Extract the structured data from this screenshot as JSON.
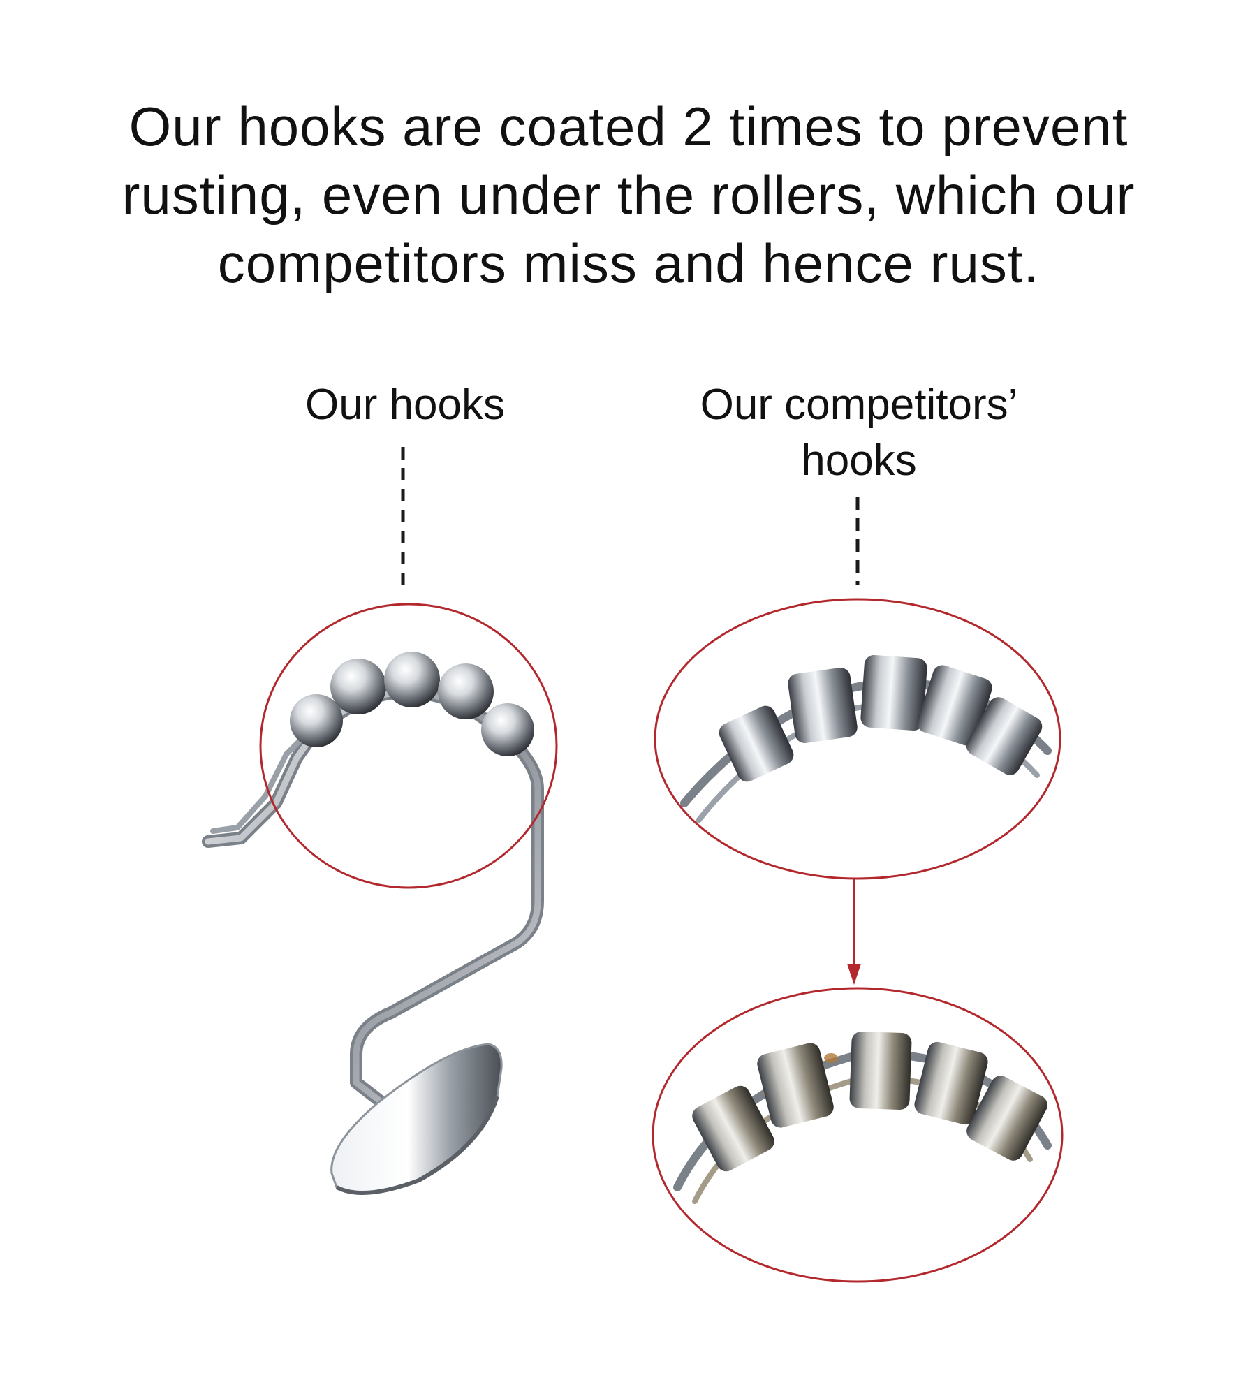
{
  "headline": {
    "line1": "Our hooks are coated 2 times to prevent",
    "line2": "rusting, even under the rollers, which our",
    "line3": "competitors miss and hence rust."
  },
  "labels": {
    "ours": "Our hooks",
    "theirs_line1": "Our competitors’",
    "theirs_line2": "hooks"
  },
  "colors": {
    "highlight_circle": "#b3282d",
    "chrome_light": "#f2f4f6",
    "chrome_dark": "#5c6168",
    "rust": "#b07a3a"
  }
}
